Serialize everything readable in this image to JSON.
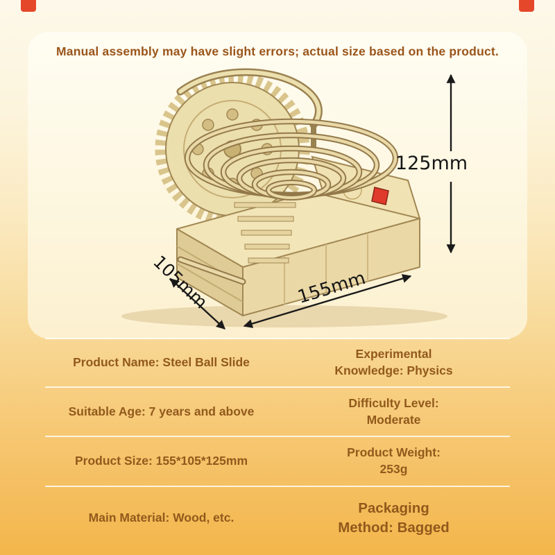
{
  "banner": {
    "text": "Manual assembly may have slight errors; actual size based on the product."
  },
  "dimensions": {
    "height": "125mm",
    "depth": "105mm",
    "width": "155mm"
  },
  "product": {
    "illustration": "wooden-marble-run-steel-ball-slide"
  },
  "specs": {
    "rows": [
      {
        "left": "Product Name: Steel Ball Slide",
        "right": "Experimental\nKnowledge: Physics"
      },
      {
        "left": "Suitable Age: 7 years and above",
        "right": "Difficulty Level:\nModerate"
      },
      {
        "left": "Product Size: 155*105*125mm",
        "right": "Product Weight:\n253g"
      },
      {
        "left": "Main Material: Wood, etc.",
        "right": "Packaging\nMethod: Bagged"
      }
    ]
  },
  "colors": {
    "text_brown": "#92591c",
    "dimension_text": "#161616",
    "accent_red": "#e5472b",
    "wood_light": "#ecdfae",
    "wood_dark": "#a18753",
    "background_bottom": "#f3b64b"
  }
}
